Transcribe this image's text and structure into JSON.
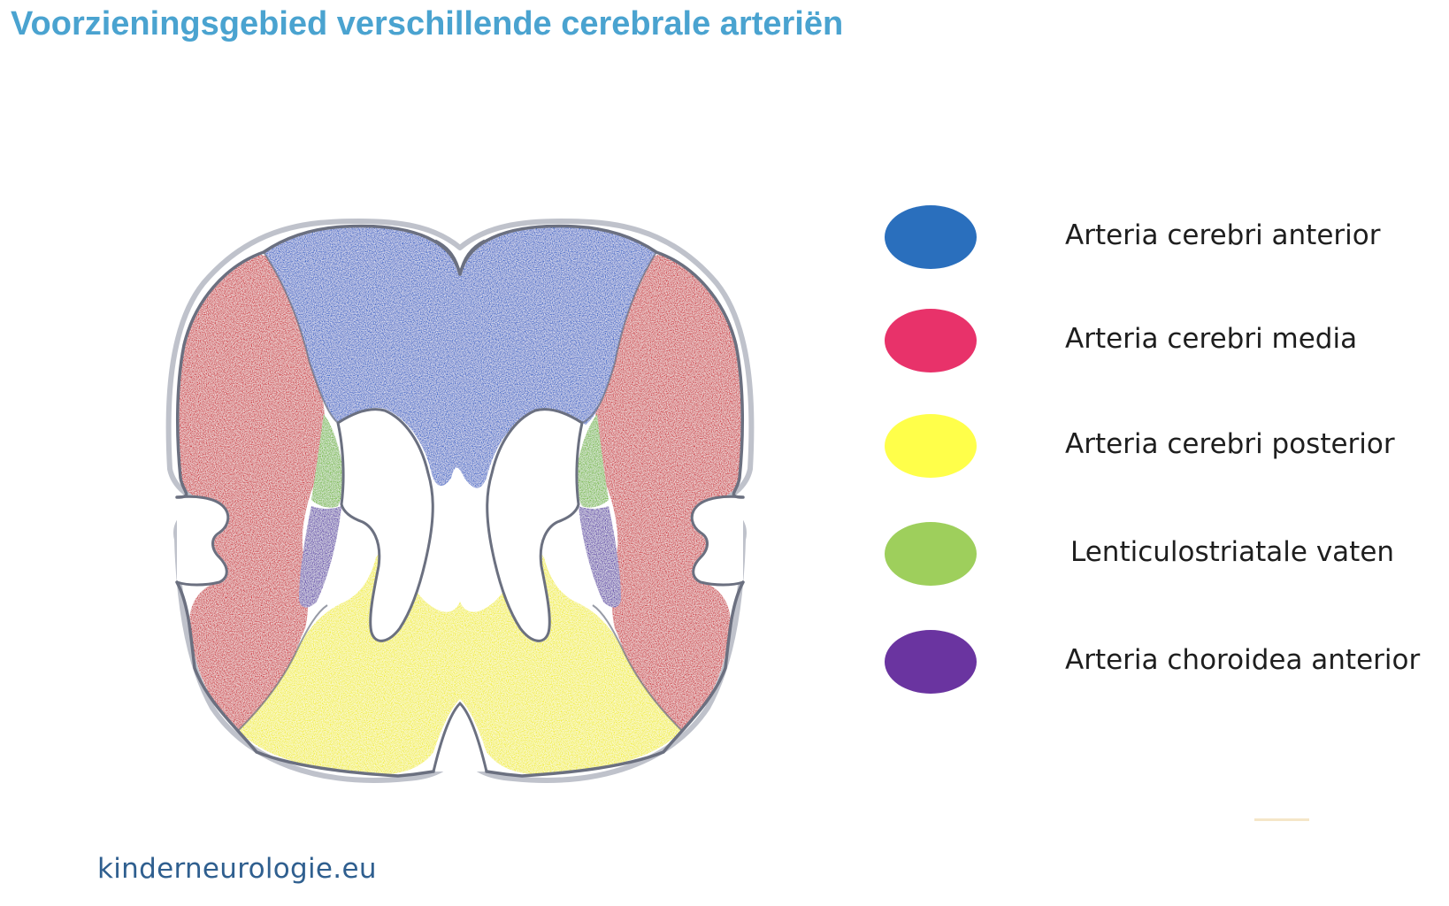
{
  "title": "Voorzieningsgebied verschillende cerebrale arteriën",
  "legend": [
    {
      "label": "Arteria cerebri anterior",
      "color": "#2a6fbd",
      "icon": "blue-oval"
    },
    {
      "label": "Arteria cerebri media",
      "color": "#e8326a",
      "icon": "red-oval"
    },
    {
      "label": "Arteria cerebri posterior",
      "color": "#ffff4a",
      "icon": "yellow-oval"
    },
    {
      "label": "Lenticulostriatale vaten",
      "color": "#9ecf5c",
      "icon": "green-oval"
    },
    {
      "label": "Arteria choroidea anterior",
      "color": "#6a34a0",
      "icon": "purple-oval"
    }
  ],
  "drawing_colors": {
    "anterior": "#2f5fc6",
    "media": "#cc2a36",
    "posterior": "#f2ee22",
    "lenticulostriate": "#72b83a",
    "choroidea": "#5a3aa8",
    "outline": "#6b7080"
  },
  "footer": {
    "url": "kinderneurologie.eu"
  }
}
